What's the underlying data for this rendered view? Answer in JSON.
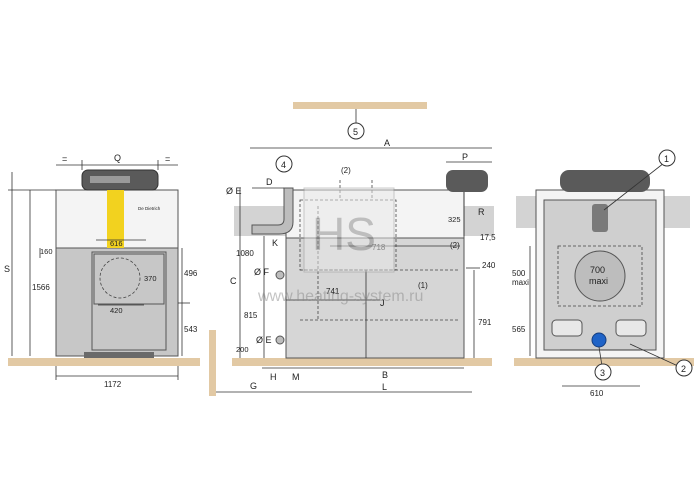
{
  "watermark": {
    "logo": "HS",
    "url": "www.heating-system.ru"
  },
  "front": {
    "brand": "De Dietrich",
    "dims": {
      "eq_left": "=",
      "Q": "Q",
      "eq_right": "=",
      "S": "S",
      "h1566": "1566",
      "w160": "160",
      "w616": "616",
      "h496": "496",
      "d370": "370",
      "w420": "420",
      "h543": "543",
      "w1172": "1172"
    }
  },
  "side": {
    "callouts": {
      "c4": "4",
      "c5": "5"
    },
    "dims": {
      "A": "A",
      "P": "P",
      "D": "D",
      "E_top": "Ø E",
      "R": "R",
      "h325": "325",
      "p2a": "(2)",
      "p2b": "(2)",
      "h17_5": "17,5",
      "K": "K",
      "h1080": "1080",
      "w718": "718",
      "F": "Ø F",
      "h240": "240",
      "C": "C",
      "w741": "741",
      "p1": "(1)",
      "J": "J",
      "h815": "815",
      "h791": "791",
      "E_bot": "Ø E",
      "h200": "200",
      "H": "H",
      "M": "M",
      "B": "B",
      "G": "G",
      "L": "L"
    }
  },
  "rear": {
    "callouts": {
      "c1": "1",
      "c2": "2",
      "c3": "3"
    },
    "dims": {
      "d700": "700",
      "maxi": "maxi",
      "h500": "500",
      "maxi_left": "maxi",
      "h565": "565",
      "w610": "610"
    }
  }
}
